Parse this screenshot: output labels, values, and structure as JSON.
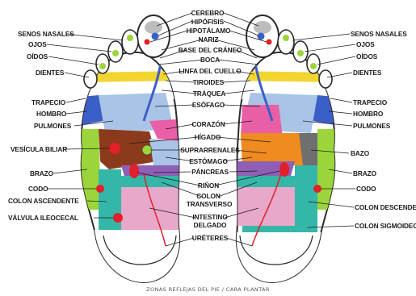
{
  "center_labels": {
    "cerebro": "CEREBRO",
    "hipofisis": "HIPÓFISIS",
    "hipotalamo": "HIPOTÁLAMO",
    "nariz": "NARIZ",
    "base_craneo": "BASE DEL CRÁNEO",
    "boca": "BOCA",
    "linfa_cuello": "LINFA DEL CUELLO",
    "tiroides": "TIROIDES",
    "traquea": "TRÁQUEA",
    "esofago": "ESÓFAGO",
    "corazon": "CORAZÓN",
    "higado": "HÍGADO",
    "suprarrenales": "SUPRARRENALES",
    "estomago": "ESTÓMAGO",
    "pancreas": "PÁNCREAS",
    "rinon": "RIÑON",
    "colon_transverso_1": "COLON",
    "colon_transverso_2": "TRANSVERSO",
    "intestino_delgado_1": "INTESTINO",
    "intestino_delgado_2": "DELGADO",
    "ureteres": "URÉTERES"
  },
  "left_labels": {
    "senos_nasales": "SENOS NASALES",
    "ojos": "OJOS",
    "oidos": "OÍDOS",
    "dientes": "DIENTES",
    "trapecio": "TRAPECIO",
    "hombro": "HOMBRO",
    "pulmones": "PULMONES",
    "vesicula_biliar": "VESÍCULA BILIAR",
    "brazo": "BRAZO",
    "codo": "CODO",
    "colon_ascendente": "COLON ASCENDENTE",
    "valvula_ileocecal": "VÁLVULA ILEOCECAL"
  },
  "right_labels": {
    "senos_nasales": "SENOS NASALES",
    "ojos": "OJOS",
    "oidos": "OÍDOS",
    "dientes": "DIENTES",
    "trapecio": "TRAPECIO",
    "hombro": "HOMBRO",
    "pulmones": "PULMONES",
    "bazo": "BAZO",
    "brazo": "BRAZO",
    "codo": "CODO",
    "colon_descendente": "COLON DESCENDENTE",
    "colon_sigmoideo": "COLON SIGMOIDEO"
  },
  "caption": "ZONAS REFLEJAS DEL PIE / CARA PLANTAR",
  "colors": {
    "outline": "#2a2a2a",
    "heel": "#ffffff",
    "green": "#9bd53a",
    "yellow": "#f3d531",
    "lightblue": "#a9c4e6",
    "blue": "#3b5fc8",
    "pink": "#e85fa6",
    "liver": "#8b3a1c",
    "orange": "#ef8b1f",
    "purple": "#8f5fb6",
    "teal": "#34b7a8",
    "intestine": "#e7a8c9",
    "red": "#e0202a",
    "gray": "#bdbdbd",
    "darkgray": "#6f6f6f"
  }
}
